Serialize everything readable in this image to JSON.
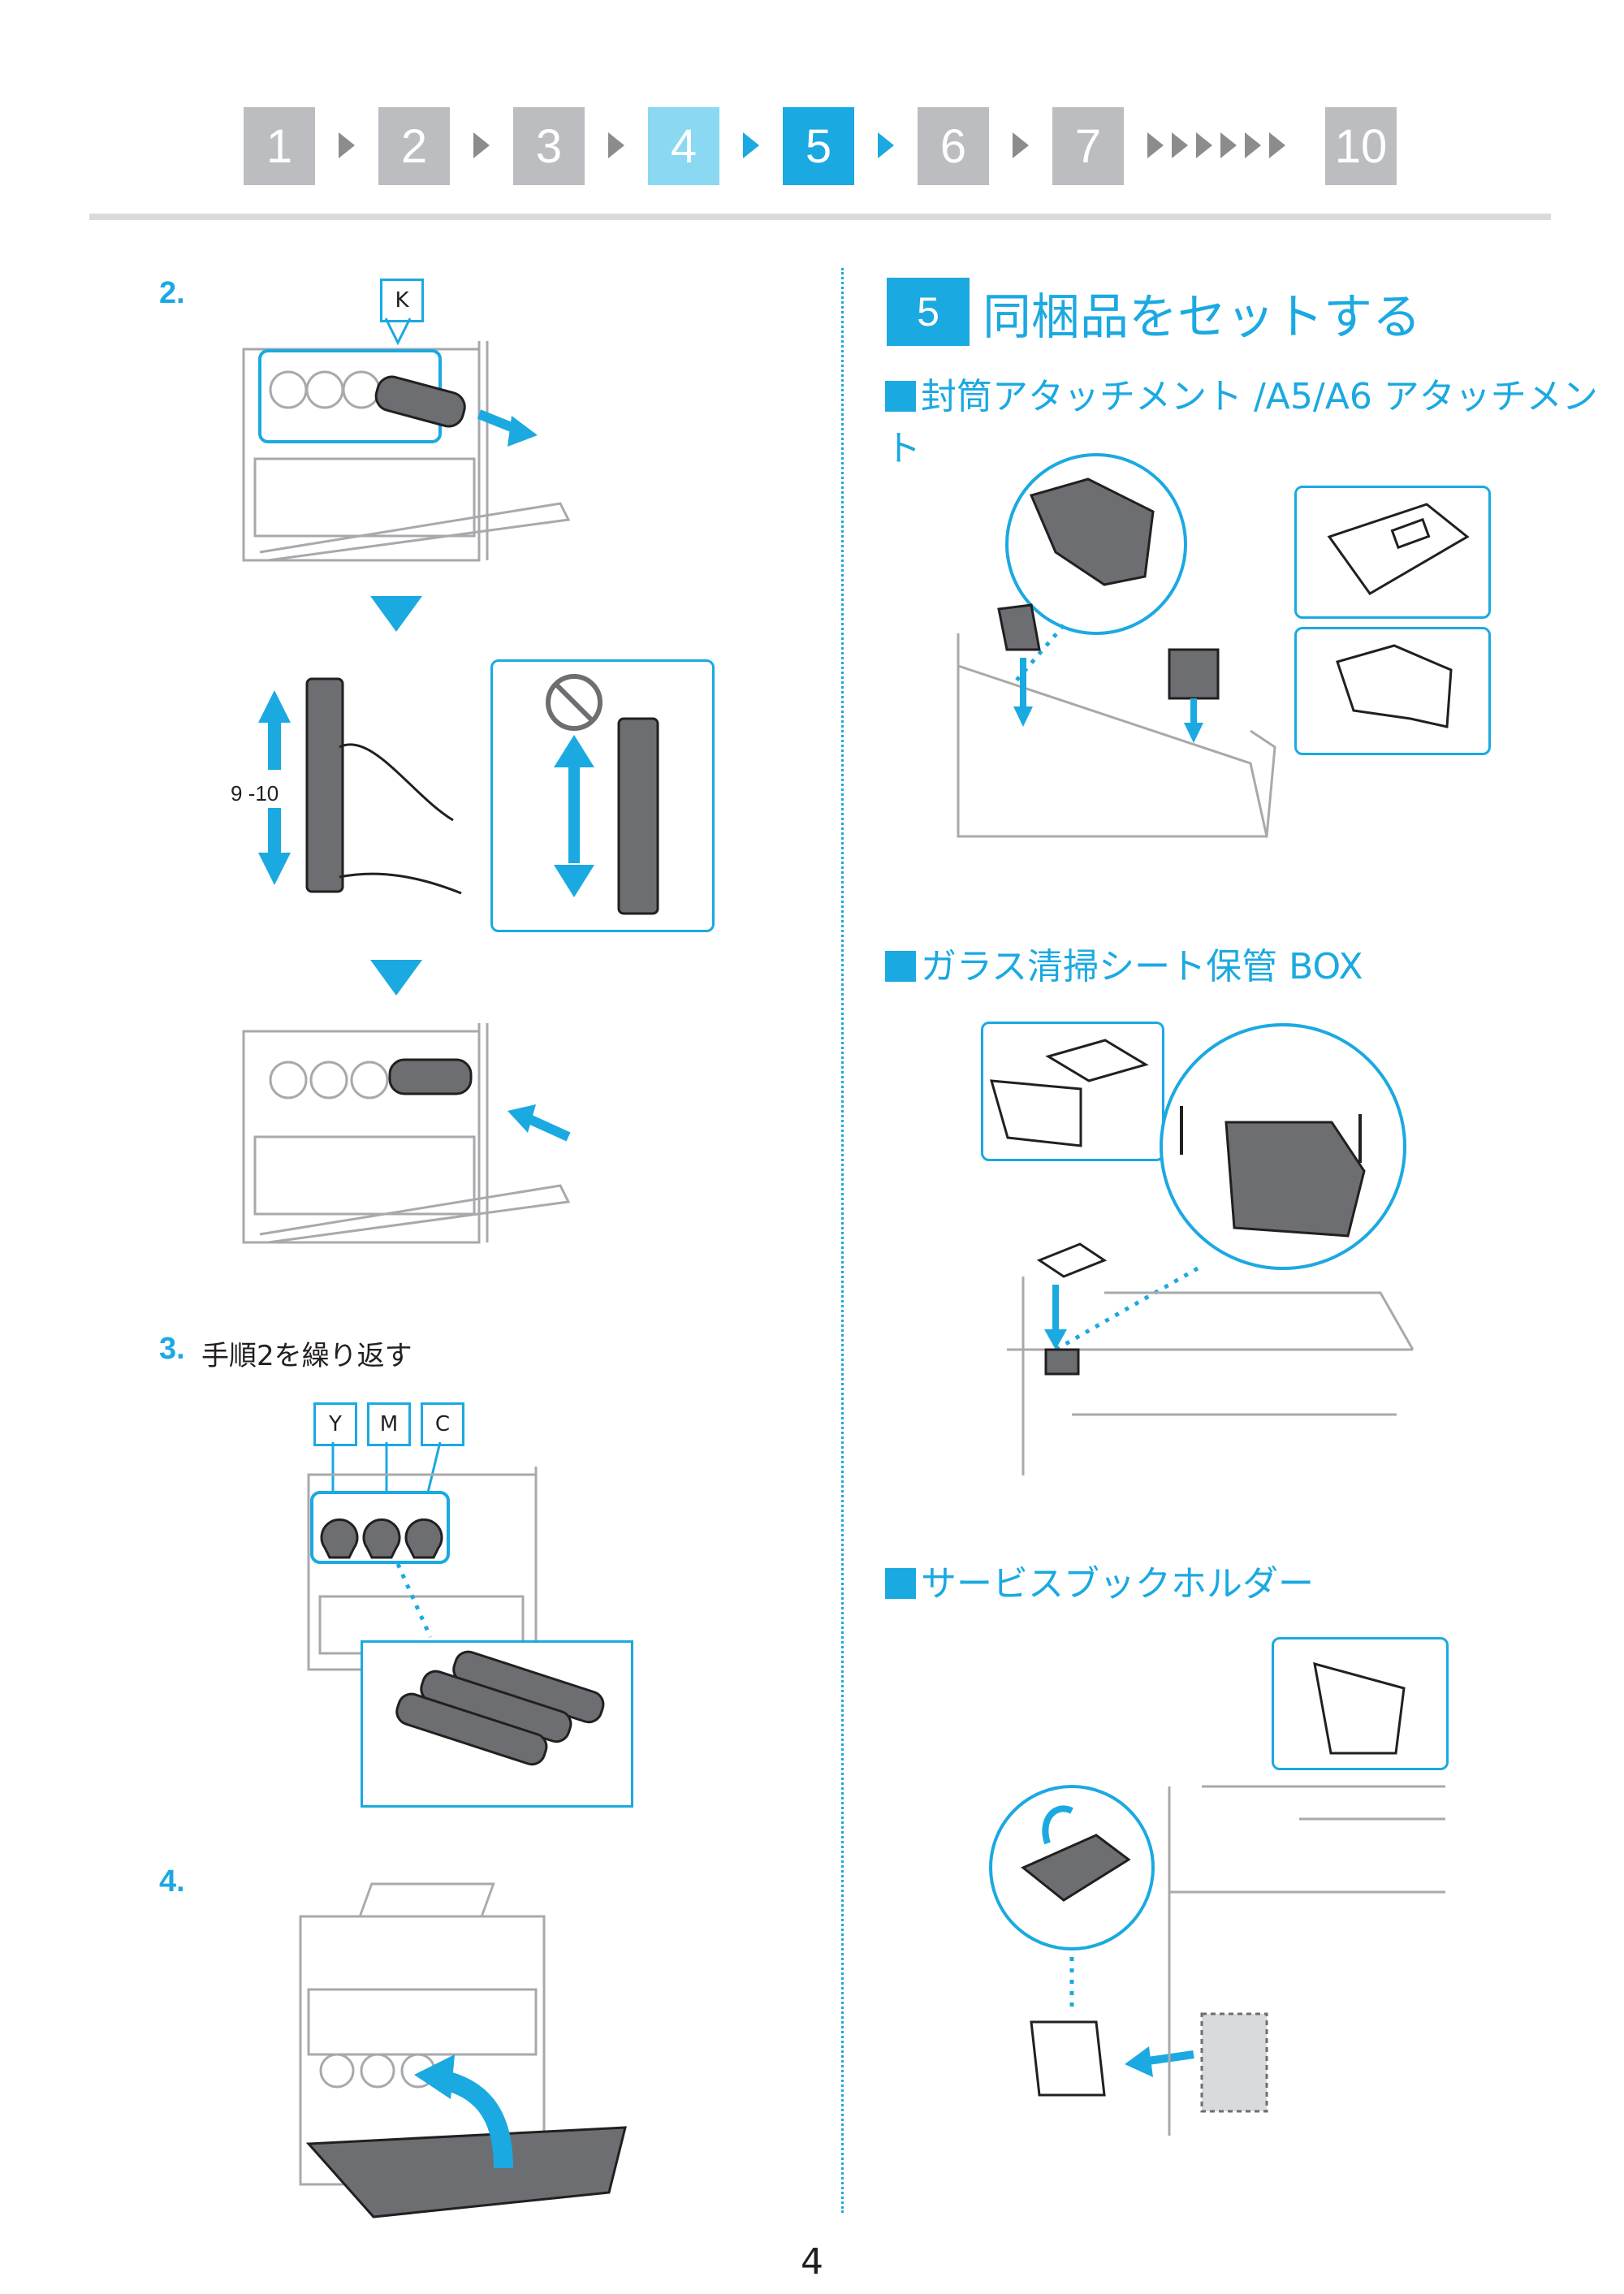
{
  "steps": [
    {
      "label": "1",
      "state": "done"
    },
    {
      "label": "2",
      "state": "done"
    },
    {
      "label": "3",
      "state": "done"
    },
    {
      "label": "4",
      "state": "prev"
    },
    {
      "label": "5",
      "state": "current"
    },
    {
      "label": "6",
      "state": "todo"
    },
    {
      "label": "7",
      "state": "todo"
    },
    {
      "label": "10",
      "state": "todo"
    }
  ],
  "left": {
    "step2_num": "2.",
    "callout_k": "K",
    "shake_count": "9 -10",
    "step3_num": "3.",
    "step3_text": "手順2を繰り返す",
    "callout_y": "Y",
    "callout_m": "M",
    "callout_c": "C",
    "step4_num": "4."
  },
  "right": {
    "section_badge": "5",
    "section_title": "同梱品をセットする",
    "sub1": "封筒アタッチメント /A5/A6 アタッチメント",
    "sub2": "ガラス清掃シート保管 BOX",
    "sub3": "サービスブックホルダー"
  },
  "page_number": "4",
  "colors": {
    "accent": "#1ba9e1",
    "step_light": "#8ad8f2",
    "step_gray": "#bcbdc0",
    "line_gray": "#d9dadb"
  }
}
